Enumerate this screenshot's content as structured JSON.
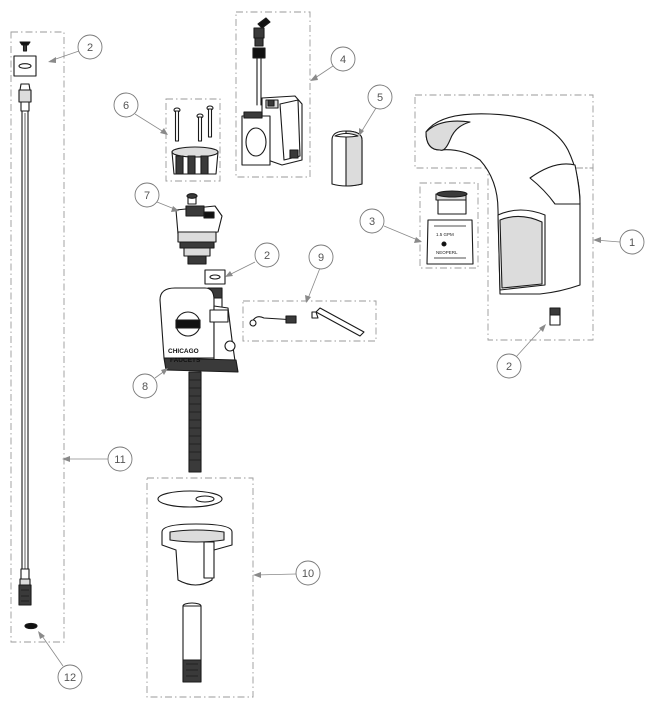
{
  "callouts": [
    "1",
    "2",
    "2",
    "2",
    "3",
    "4",
    "5",
    "6",
    "7",
    "8",
    "9",
    "10",
    "11",
    "12"
  ],
  "brand": {
    "line1": "CHICAGO",
    "line2": "FAUCETS"
  }
}
